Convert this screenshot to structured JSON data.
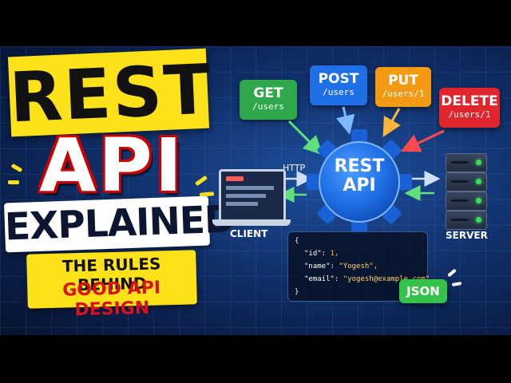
{
  "thumbnail": {
    "title_line1": "REST",
    "title_line2": "API",
    "title_line3": "EXPLAINED",
    "subtitle_line1": "THE RULES BEHIND",
    "subtitle_line2": "GOOD API DESIGN",
    "colors": {
      "yellow": "#fde21a",
      "red": "#d8121b",
      "background": "#0e2a5e",
      "gear": "#1f6fe6"
    }
  },
  "methods": [
    {
      "verb": "GET",
      "path": "/users",
      "color": "#2ea84a"
    },
    {
      "verb": "POST",
      "path": "/users",
      "color": "#1f6fe6"
    },
    {
      "verb": "PUT",
      "path": "/users/1",
      "color": "#f29a14"
    },
    {
      "verb": "DELETE",
      "path": "/users/1",
      "color": "#e0262c"
    }
  ],
  "diagram": {
    "gear_line1": "REST",
    "gear_line2": "API",
    "http_label": "HTTP",
    "client_label": "CLIENT",
    "server_label": "SERVER",
    "json_badge": "JSON"
  },
  "code": {
    "open": "{",
    "id_key": "\"id\":",
    "id_val": "1,",
    "name_key": "\"name\":",
    "name_val": "\"Yogesh\",",
    "email_key": "\"email\":",
    "email_val": "\"yogesh@example.com\"",
    "close": "}"
  },
  "icons": [
    "laptop-icon",
    "server-icon",
    "gear-icon",
    "arrow-icon"
  ]
}
